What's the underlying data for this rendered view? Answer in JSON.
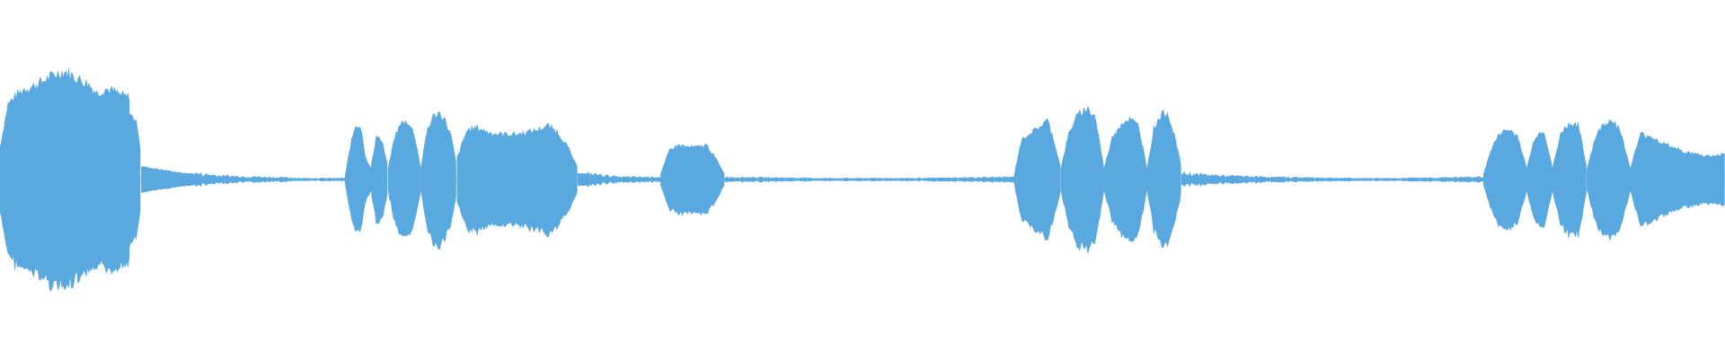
{
  "waveform": {
    "color": "#5aa8e0",
    "background": "#ffffff",
    "segments": [
      {
        "start": 0.0,
        "end": 0.075,
        "envelope": [
          0.3,
          0.7,
          0.78,
          0.84,
          0.86,
          0.9,
          0.94,
          0.98,
          1.0,
          0.96,
          0.92,
          0.88,
          0.8,
          0.84,
          0.82,
          0.78,
          0.76
        ]
      },
      {
        "start": 0.075,
        "end": 0.082,
        "envelope": [
          0.6,
          0.58,
          0.5,
          0.2
        ]
      },
      {
        "start": 0.082,
        "end": 0.2,
        "envelope": [
          0.12,
          0.06,
          0.03,
          0.02,
          0.01,
          0.01
        ]
      },
      {
        "start": 0.2,
        "end": 0.215,
        "envelope": [
          0.02,
          0.3,
          0.5,
          0.5,
          0.2,
          0.1
        ]
      },
      {
        "start": 0.215,
        "end": 0.225,
        "envelope": [
          0.1,
          0.42,
          0.34,
          0.1
        ]
      },
      {
        "start": 0.225,
        "end": 0.244,
        "envelope": [
          0.1,
          0.4,
          0.52,
          0.54,
          0.42,
          0.1
        ]
      },
      {
        "start": 0.244,
        "end": 0.265,
        "envelope": [
          0.1,
          0.45,
          0.58,
          0.62,
          0.55,
          0.4,
          0.1
        ]
      },
      {
        "start": 0.265,
        "end": 0.335,
        "envelope": [
          0.2,
          0.46,
          0.48,
          0.44,
          0.42,
          0.42,
          0.42,
          0.44,
          0.46,
          0.5,
          0.44,
          0.3,
          0.1
        ]
      },
      {
        "start": 0.335,
        "end": 0.383,
        "envelope": [
          0.06,
          0.04,
          0.02,
          0.02,
          0.02
        ]
      },
      {
        "start": 0.383,
        "end": 0.42,
        "envelope": [
          0.05,
          0.28,
          0.32,
          0.3,
          0.3,
          0.32,
          0.2,
          0.05
        ]
      },
      {
        "start": 0.42,
        "end": 0.588,
        "envelope": [
          0.02,
          0.015,
          0.01,
          0.01,
          0.01,
          0.015,
          0.02
        ]
      },
      {
        "start": 0.588,
        "end": 0.615,
        "envelope": [
          0.05,
          0.35,
          0.42,
          0.45,
          0.5,
          0.55,
          0.35,
          0.1
        ]
      },
      {
        "start": 0.615,
        "end": 0.64,
        "envelope": [
          0.1,
          0.45,
          0.6,
          0.66,
          0.58,
          0.1
        ]
      },
      {
        "start": 0.64,
        "end": 0.665,
        "envelope": [
          0.1,
          0.4,
          0.52,
          0.56,
          0.5,
          0.1
        ]
      },
      {
        "start": 0.665,
        "end": 0.685,
        "envelope": [
          0.1,
          0.48,
          0.6,
          0.62,
          0.4,
          0.1
        ]
      },
      {
        "start": 0.685,
        "end": 0.86,
        "envelope": [
          0.05,
          0.03,
          0.02,
          0.015,
          0.01,
          0.01,
          0.015,
          0.02
        ]
      },
      {
        "start": 0.86,
        "end": 0.885,
        "envelope": [
          0.05,
          0.3,
          0.44,
          0.46,
          0.4,
          0.1
        ]
      },
      {
        "start": 0.885,
        "end": 0.9,
        "envelope": [
          0.1,
          0.4,
          0.46,
          0.1
        ]
      },
      {
        "start": 0.9,
        "end": 0.92,
        "envelope": [
          0.1,
          0.44,
          0.52,
          0.5,
          0.1
        ]
      },
      {
        "start": 0.92,
        "end": 0.945,
        "envelope": [
          0.1,
          0.4,
          0.52,
          0.56,
          0.42,
          0.1
        ]
      },
      {
        "start": 0.945,
        "end": 1.0,
        "envelope": [
          0.1,
          0.42,
          0.4,
          0.34,
          0.3,
          0.26,
          0.24,
          0.22,
          0.22,
          0.24
        ]
      }
    ]
  }
}
